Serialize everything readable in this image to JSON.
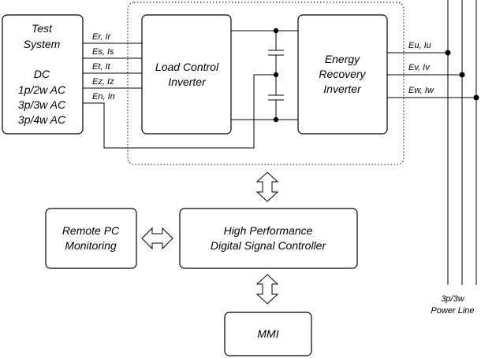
{
  "test_system": {
    "title_line1": "Test",
    "title_line2": "System",
    "modes": [
      "DC",
      "1p/2w AC",
      "3p/3w AC",
      "3p/4w AC"
    ]
  },
  "input_signals": [
    "Er, Ir",
    "Es, Is",
    "Et, It",
    "Ez, Iz",
    "En, In"
  ],
  "load_control_inverter": {
    "line1": "Load Control",
    "line2": "Inverter"
  },
  "energy_recovery_inverter": {
    "line1": "Energy",
    "line2": "Recovery",
    "line3": "Inverter"
  },
  "output_signals": [
    "Eu, Iu",
    "Ev, Iv",
    "Ew, Iw"
  ],
  "controller": {
    "line1": "High Performance",
    "line2": "Digital Signal Controller"
  },
  "remote_pc": {
    "line1": "Remote PC",
    "line2": "Monitoring"
  },
  "mmi": {
    "label": "MMI"
  },
  "power_line": {
    "line1": "3p/3w",
    "line2": "Power Line"
  }
}
